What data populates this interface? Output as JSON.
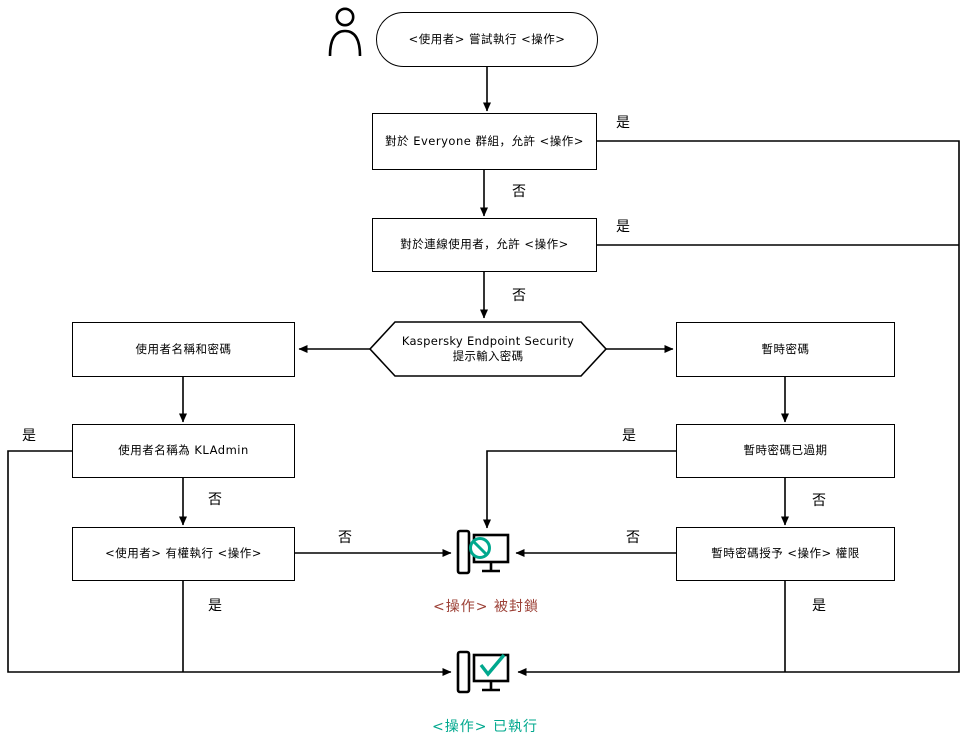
{
  "diagram": {
    "nodes": {
      "start": "<使用者> 嘗試執行 <操作>",
      "everyone_group": "對於 Everyone 群組，允許 <操作>",
      "online_users": "對於連線使用者，允許 <操作>",
      "password_prompt": "Kaspersky Endpoint Security 提示輸入密碼",
      "username_password": "使用者名稱和密碼",
      "temporary_password": "暫時密碼",
      "username_is_kladmin": "使用者名稱為 KLAdmin",
      "user_has_permission": "<使用者> 有權執行 <操作>",
      "temp_password_expired": "暫時密碼已過期",
      "temp_password_grants": "暫時密碼授予 <操作> 權限",
      "action_blocked": "<操作> 被封鎖",
      "action_performed": "<操作> 已執行"
    },
    "edge_labels": {
      "yes": "是",
      "no": "否"
    },
    "icons": {
      "user": "user-icon",
      "blocked": "computer-blocked-icon",
      "performed": "computer-check-icon"
    },
    "colors": {
      "line": "#000000",
      "blocked_label": "#9c4036",
      "performed_label": "#00a88e",
      "status_accent": "#00a88e"
    }
  }
}
